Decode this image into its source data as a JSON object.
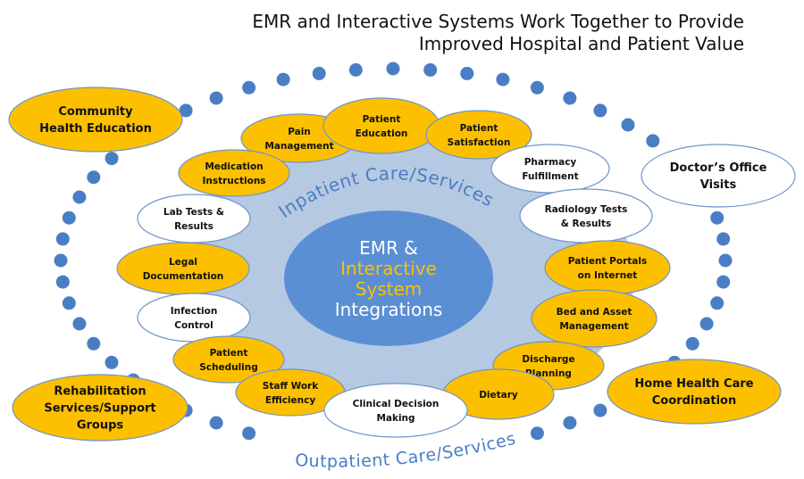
{
  "title": {
    "line1": "EMR and Interactive Systems Work Together to Provide",
    "line2": "Improved Hospital and Patient Value"
  },
  "colors": {
    "yellow": "#fcc000",
    "white": "#ffffff",
    "core_blue": "#5a8fd3",
    "inner_region": "#b6c9e2",
    "dots": "#4a7ec4",
    "ring_label": "#4a7ec4",
    "highlight_text": "#fcc000"
  },
  "center": {
    "line1": "EMR &",
    "line2": "Interactive",
    "line3": "System",
    "line4": "Integrations"
  },
  "labels": {
    "inpatient": "Inpatient Care/Services",
    "outpatient": "Outpatient Care/Services"
  },
  "inpatient_items": [
    {
      "lines": [
        "Pain",
        "Management"
      ],
      "fill": "yellow"
    },
    {
      "lines": [
        "Patient",
        "Education"
      ],
      "fill": "yellow"
    },
    {
      "lines": [
        "Patient",
        "Satisfaction"
      ],
      "fill": "yellow"
    },
    {
      "lines": [
        "Medication",
        "Instructions"
      ],
      "fill": "yellow"
    },
    {
      "lines": [
        "Pharmacy",
        "Fulfillment"
      ],
      "fill": "white"
    },
    {
      "lines": [
        "Lab Tests &",
        "Results"
      ],
      "fill": "white"
    },
    {
      "lines": [
        "Radiology  Tests",
        "& Results"
      ],
      "fill": "white"
    },
    {
      "lines": [
        "Legal",
        "Documentation"
      ],
      "fill": "yellow"
    },
    {
      "lines": [
        "Patient Portals",
        "on Internet"
      ],
      "fill": "yellow"
    },
    {
      "lines": [
        "Infection",
        "Control"
      ],
      "fill": "white"
    },
    {
      "lines": [
        "Bed and Asset",
        "Management"
      ],
      "fill": "yellow"
    },
    {
      "lines": [
        "Patient",
        "Scheduling"
      ],
      "fill": "yellow"
    },
    {
      "lines": [
        "Discharge",
        "Planning"
      ],
      "fill": "yellow"
    },
    {
      "lines": [
        "Staff Work",
        "Efficiency"
      ],
      "fill": "yellow"
    },
    {
      "lines": [
        "Dietary"
      ],
      "fill": "yellow"
    },
    {
      "lines": [
        "Clinical Decision",
        "Making"
      ],
      "fill": "white"
    }
  ],
  "outpatient_items": [
    {
      "lines": [
        "Community",
        "Health Education"
      ],
      "fill": "yellow"
    },
    {
      "lines": [
        "Doctor’s Office",
        "Visits"
      ],
      "fill": "white"
    },
    {
      "lines": [
        "Rehabilitation",
        "Services/Support",
        "Groups"
      ],
      "fill": "yellow"
    },
    {
      "lines": [
        "Home Health Care",
        "Coordination"
      ],
      "fill": "yellow"
    }
  ]
}
